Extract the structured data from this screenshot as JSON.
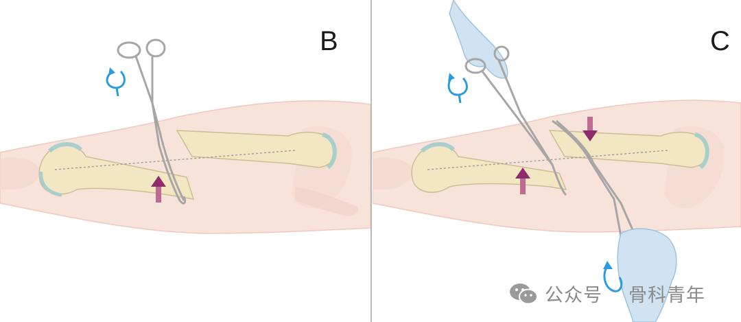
{
  "panels": [
    {
      "id": "B",
      "label": "B"
    },
    {
      "id": "C",
      "label": "C"
    }
  ],
  "watermark": {
    "account": "公众号",
    "name": "骨科青年"
  },
  "colors": {
    "skin": "#f7e0d8",
    "bone": "#f3e7c4",
    "cartilage": "#bcd9d9",
    "instrument": "#a9a9a9",
    "rotation_arrow": "#2b9be0",
    "force_arrow": "#8e2b6a",
    "glove": "#cfe3f2"
  },
  "icons": [
    "rotate-arrow-icon",
    "push-arrow-icon",
    "forceps-icon",
    "gloved-hand-icon",
    "wechat-icon"
  ]
}
